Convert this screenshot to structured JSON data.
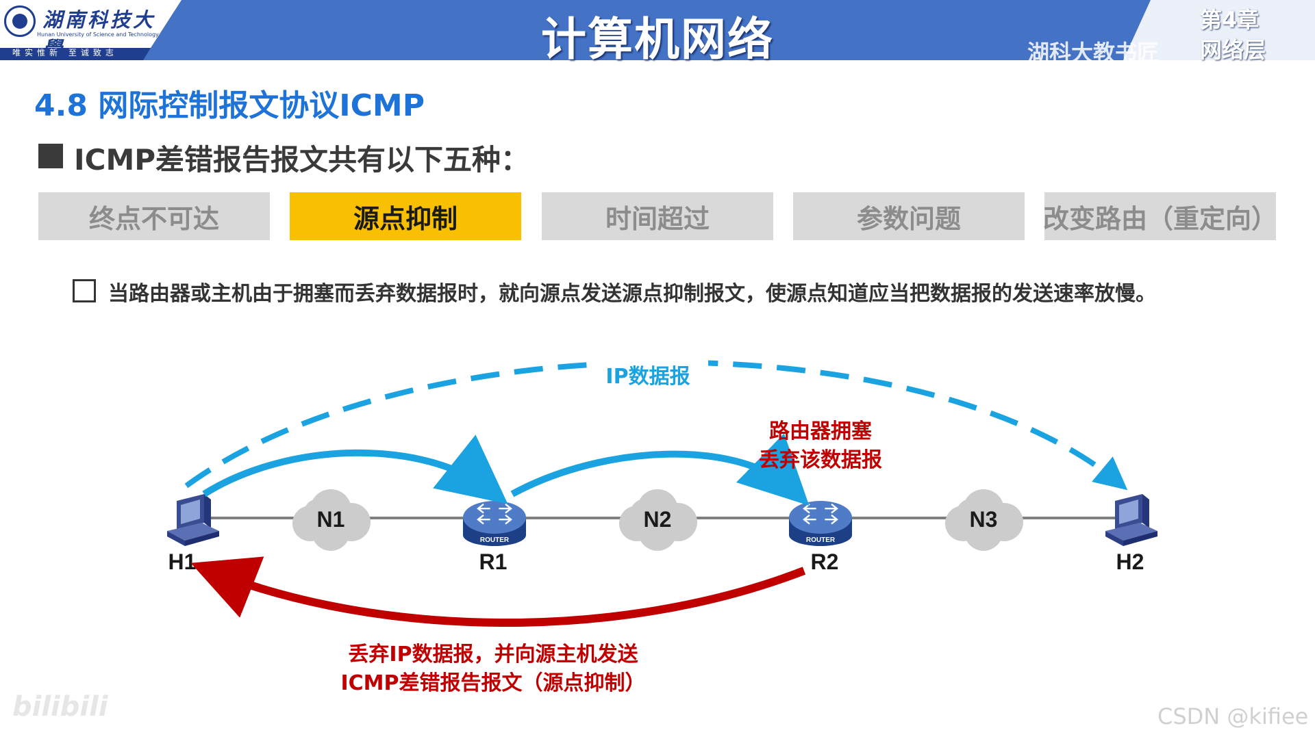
{
  "header": {
    "university_cn": "湖南科技大學",
    "university_en": "Hunan University of Science and Technology",
    "motto": "唯实惟新 至诚致志",
    "course_title": "计算机网络",
    "chapter_number": "第4章",
    "chapter_name": "网络层",
    "channel_watermark": "湖科大教书匠",
    "colors": {
      "bar": "#4472c4",
      "accent": "#1f3e8f"
    }
  },
  "section": {
    "title": "4.8 网际控制报文协议ICMP"
  },
  "subtitle": "ICMP差错报告报文共有以下五种：",
  "tabs": [
    {
      "label": "终点不可达",
      "active": false
    },
    {
      "label": "源点抑制",
      "active": true
    },
    {
      "label": "时间超过",
      "active": false
    },
    {
      "label": "参数问题",
      "active": false
    },
    {
      "label": "改变路由（重定向）",
      "active": false
    }
  ],
  "description": "当路由器或主机由于拥塞而丢弃数据报时，就向源点发送源点抑制报文，使源点知道应当把数据报的发送速率放慢。",
  "diagram": {
    "nodes": {
      "h1": "H1",
      "r1": "R1",
      "r2": "R2",
      "h2": "H2",
      "n1": "N1",
      "n2": "N2",
      "n3": "N3",
      "router_badge": "ROUTER"
    },
    "ip_datagram_label": "IP数据报",
    "congestion_label_line1": "路由器拥塞",
    "congestion_label_line2": "丢弃该数据报",
    "return_label_line1": "丢弃IP数据报，并向源主机发送",
    "return_label_line2": "ICMP差错报告报文（源点抑制）",
    "colors": {
      "blue": "#1aa3e0",
      "red": "#c00000"
    }
  },
  "watermarks": {
    "left": "bilibili",
    "right": "CSDN @kifiee"
  }
}
